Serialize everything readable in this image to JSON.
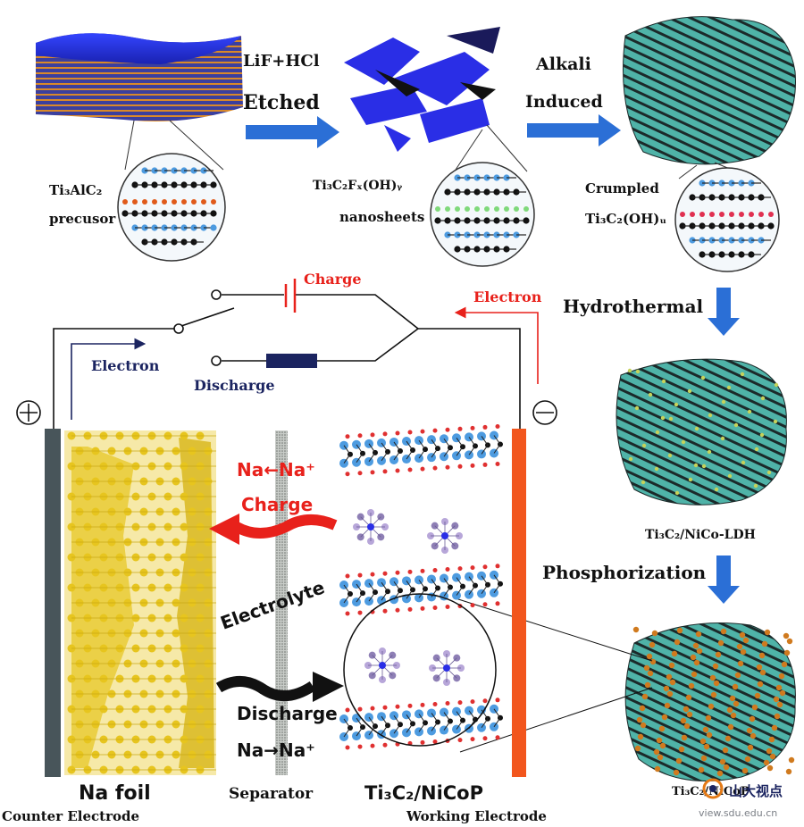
{
  "labels": {
    "lif_hcl": "LiF+HCl",
    "etched": "Etched",
    "alkali": "Alkali",
    "induced": "Induced",
    "ti3alc2_line1": "Ti₃AlC₂",
    "ti3alc2_line2": "precusor",
    "ti3c2fx_line1": "Ti₃C₂Fₓ(OH)ᵧ",
    "ti3c2fx_line2": "nanosheets",
    "crumpled_line1": "Crumpled",
    "crumpled_line2": "Ti₃C₂(OH)ᵤ",
    "charge_circuit": "Charge",
    "electron_right": "Electron",
    "hydrothermal": "Hydrothermal",
    "electron_left": "Electron",
    "discharge_circuit": "Discharge",
    "na_na_plus_top": "Na←Na⁺",
    "charge_cell": "Charge",
    "ldh_label": "Ti₃C₂/NiCo-LDH",
    "phosphorization": "Phosphorization",
    "electrolyte": "Electrolyte",
    "discharge_cell": "Discharge",
    "na_na_plus_bottom": "Na→Na⁺",
    "na_foil": "Na foil",
    "separator": "Separator",
    "ti3c2_nicop": "Ti₃C₂/NiCoP",
    "counter_electrode": "Counter Electrode",
    "working_electrode": "Working Electrode",
    "nicop_product": "Ti₃C₂/NiCoP"
  },
  "watermark": {
    "text": "山大视点",
    "url": "view.sdu.edu.cn"
  },
  "colors": {
    "mxene_blue": "#2a2ee6",
    "teal": "#4fb3a8",
    "arrow_blue": "#2b6fd6",
    "charge_red": "#e8211b",
    "navy": "#1b2460",
    "na_yellow": "#e7c51e",
    "electrode_orange": "#f2561d",
    "electrode_grey": "#48555a",
    "atom_blue": "#4d9be0",
    "nicop_purple": "#8e7fb5"
  }
}
